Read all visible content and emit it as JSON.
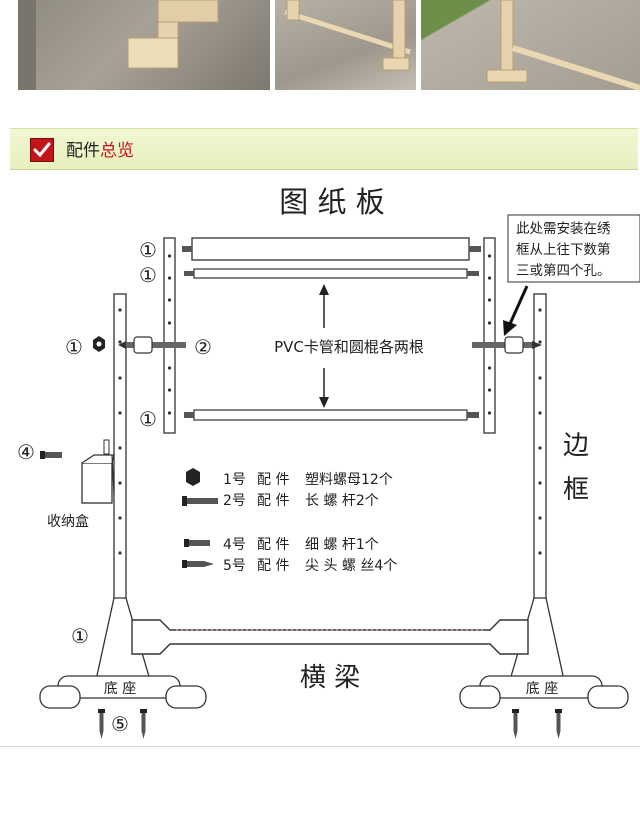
{
  "section_header": {
    "title_plain": "配件",
    "title_accent": "总览"
  },
  "diagram": {
    "title": "图 纸 板",
    "note_lines": [
      "此处需安装在绣",
      "框从上往下数第",
      "三或第四个孔。"
    ],
    "middle_label": "PVC卡管和圆棍各两根",
    "side_label_top": "边",
    "side_label_bottom": "框",
    "storage_box_label": "收纳盒",
    "crossbeam_label": "横 梁",
    "base_left_label": "底 座",
    "base_right_label": "底 座",
    "markers": {
      "one": "①",
      "two": "②",
      "four": "④",
      "five": "⑤"
    },
    "legend": [
      {
        "id": "part1",
        "number": "1号",
        "word": "配 件",
        "desc": "塑料螺母12个"
      },
      {
        "id": "part2",
        "number": "2号",
        "word": "配 件",
        "desc": "长 螺 杆2个"
      },
      {
        "id": "part4",
        "number": "4号",
        "word": "配 件",
        "desc": "细 螺 杆1个"
      },
      {
        "id": "part5",
        "number": "5号",
        "word": "配 件",
        "desc": "尖 头 螺 丝4个"
      }
    ]
  },
  "colors": {
    "header_bg": "#eef4c8",
    "check_red": "#c4141b",
    "line": "#333333",
    "accent_pink": "#d9a0a0"
  },
  "icons": {
    "header_check": "check-icon"
  }
}
